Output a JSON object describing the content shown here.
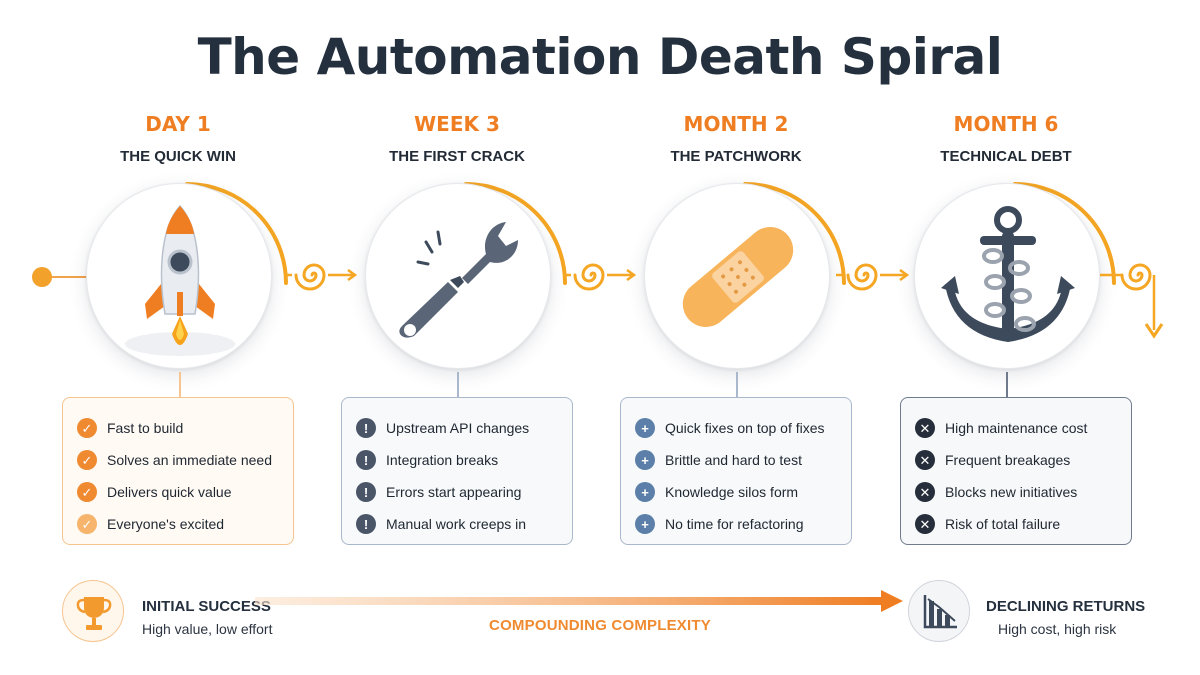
{
  "title": "The Automation Death Spiral",
  "colors": {
    "accent": "#ef7d22",
    "dark": "#24303e",
    "slate": "#5a6577"
  },
  "stages": [
    {
      "label": "DAY 1",
      "subtitle": "THE QUICK WIN",
      "icon": "rocket-icon",
      "bullet_icon": "check-icon",
      "items": [
        "Fast to build",
        "Solves an immediate need",
        "Delivers quick value",
        "Everyone's excited"
      ]
    },
    {
      "label": "WEEK 3",
      "subtitle": "THE FIRST CRACK",
      "icon": "broken-wrench-icon",
      "bullet_icon": "exclamation-icon",
      "items": [
        "Upstream API changes",
        "Integration breaks",
        "Errors start appearing",
        "Manual work creeps in"
      ]
    },
    {
      "label": "MONTH 2",
      "subtitle": "THE PATCHWORK",
      "icon": "bandage-icon",
      "bullet_icon": "plus-icon",
      "items": [
        "Quick fixes on top of fixes",
        "Brittle and hard to test",
        "Knowledge silos form",
        "No time for refactoring"
      ]
    },
    {
      "label": "MONTH 6",
      "subtitle": "TECHNICAL DEBT",
      "icon": "anchor-icon",
      "bullet_icon": "x-icon",
      "items": [
        "High maintenance cost",
        "Frequent breakages",
        "Blocks new initiatives",
        "Risk of total failure"
      ]
    }
  ],
  "footer": {
    "left_title": "INITIAL SUCCESS",
    "left_subtitle": "High value, low effort",
    "middle": "COMPOUNDING COMPLEXITY",
    "right_title": "DECLINING RETURNS",
    "right_subtitle": "High cost, high risk"
  }
}
